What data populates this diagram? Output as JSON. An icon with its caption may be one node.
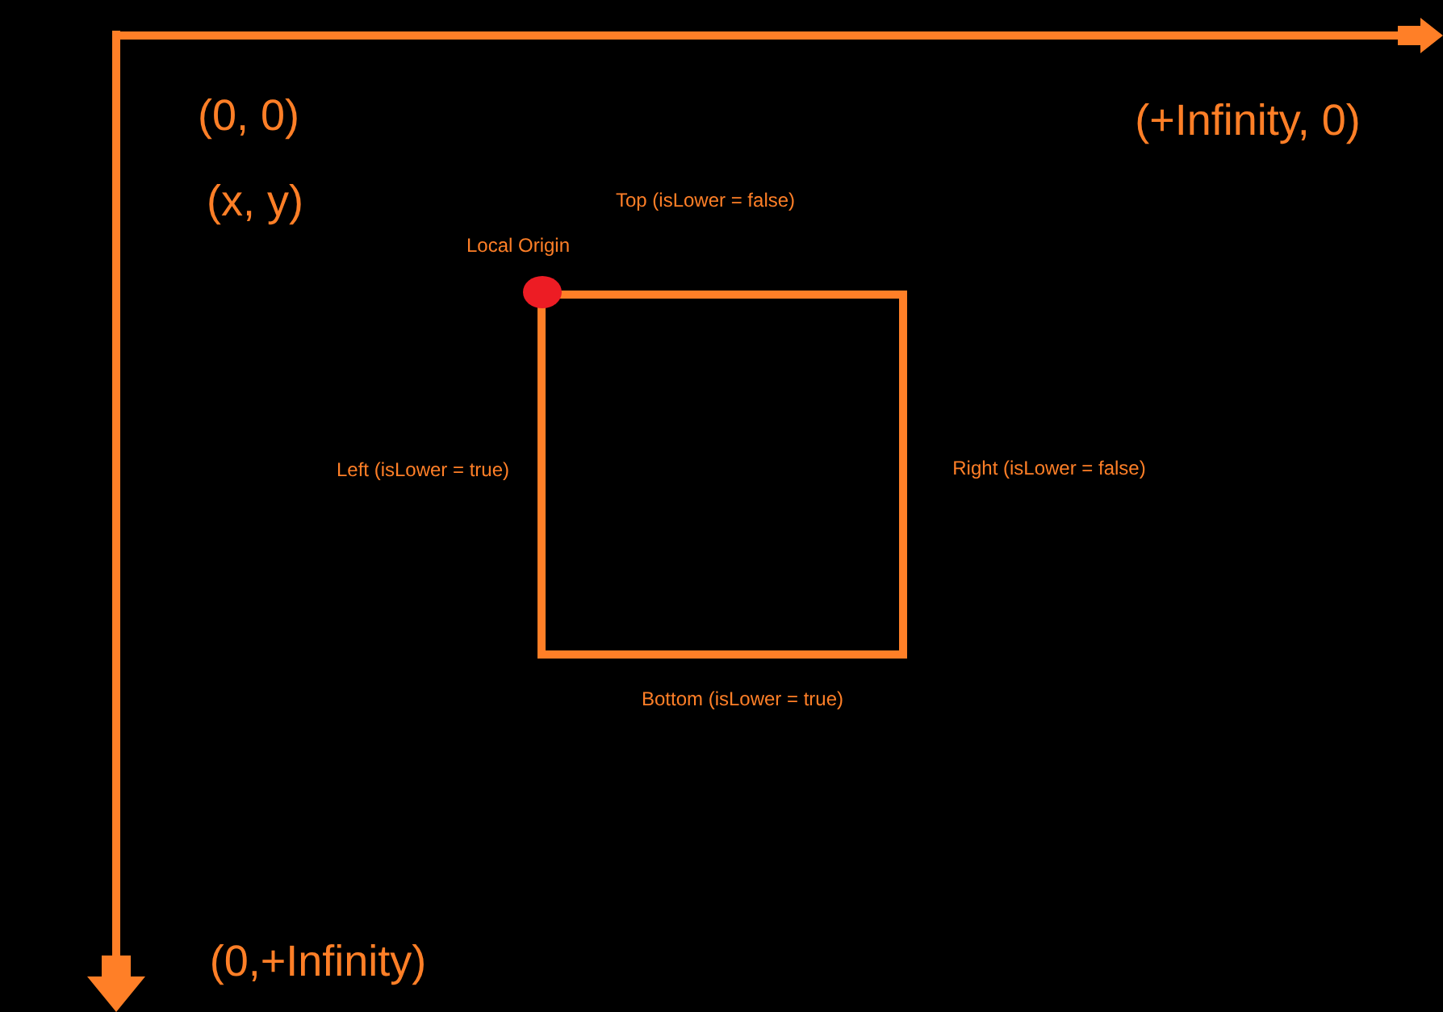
{
  "diagram": {
    "nodes": [
      {
        "text": [],
        "shape": "box"
      }
    ],
    "labels": [
      "(0, 0)",
      "(+Infinity, 0)",
      "(x, y)",
      "Top (isLower = false)",
      "Local Origin",
      "Left (isLower = true)",
      "Right (isLower = false)",
      "Bottom (isLower = true)",
      "(0,+Infinity)"
    ]
  }
}
